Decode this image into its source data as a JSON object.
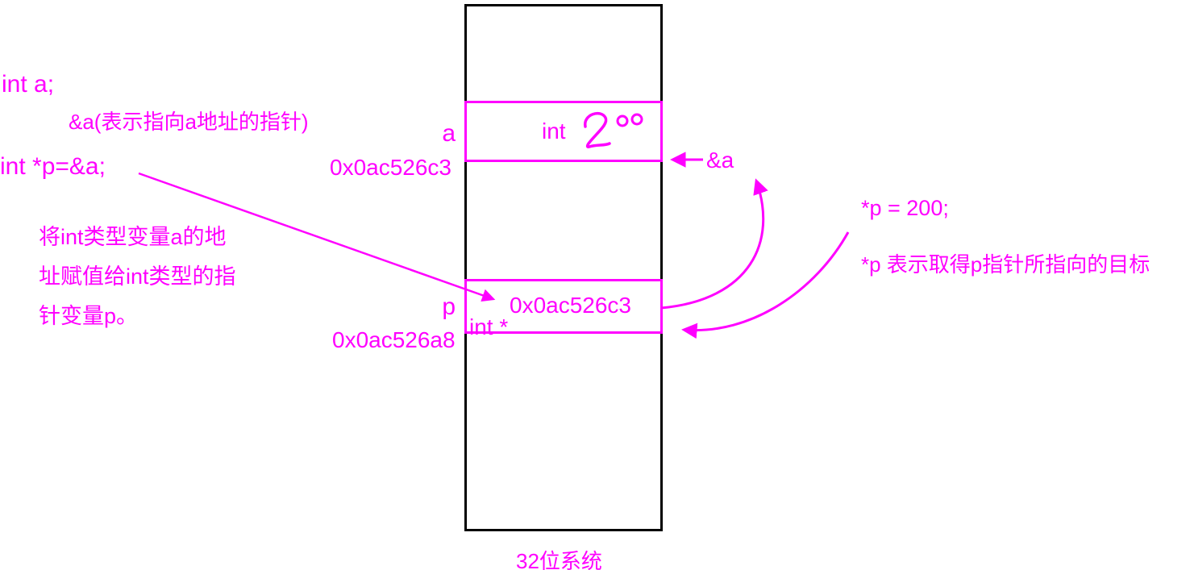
{
  "colors": {
    "accent": "#ff00ff",
    "outline": "#000000"
  },
  "left_notes": {
    "decl_a": "int a;",
    "addr_note": "&a(表示指向a地址的指针)",
    "decl_p": "int *p=&a;",
    "para_line1": "将int类型变量a的地",
    "para_line2": "址赋值给int类型的指",
    "para_line3": "针变量p。"
  },
  "memory": {
    "cell_a": {
      "name": "a",
      "address": "0x0ac526c3",
      "type": "int",
      "value": "200"
    },
    "cell_p": {
      "name": "p",
      "address": "0x0ac526a8",
      "type": "int *",
      "value": "0x0ac526c3"
    },
    "system_label": "32位系统"
  },
  "annotations": {
    "amp_a": "&a",
    "deref_assign": "*p = 200;",
    "deref_note": "*p 表示取得p指针所指向的目标"
  }
}
